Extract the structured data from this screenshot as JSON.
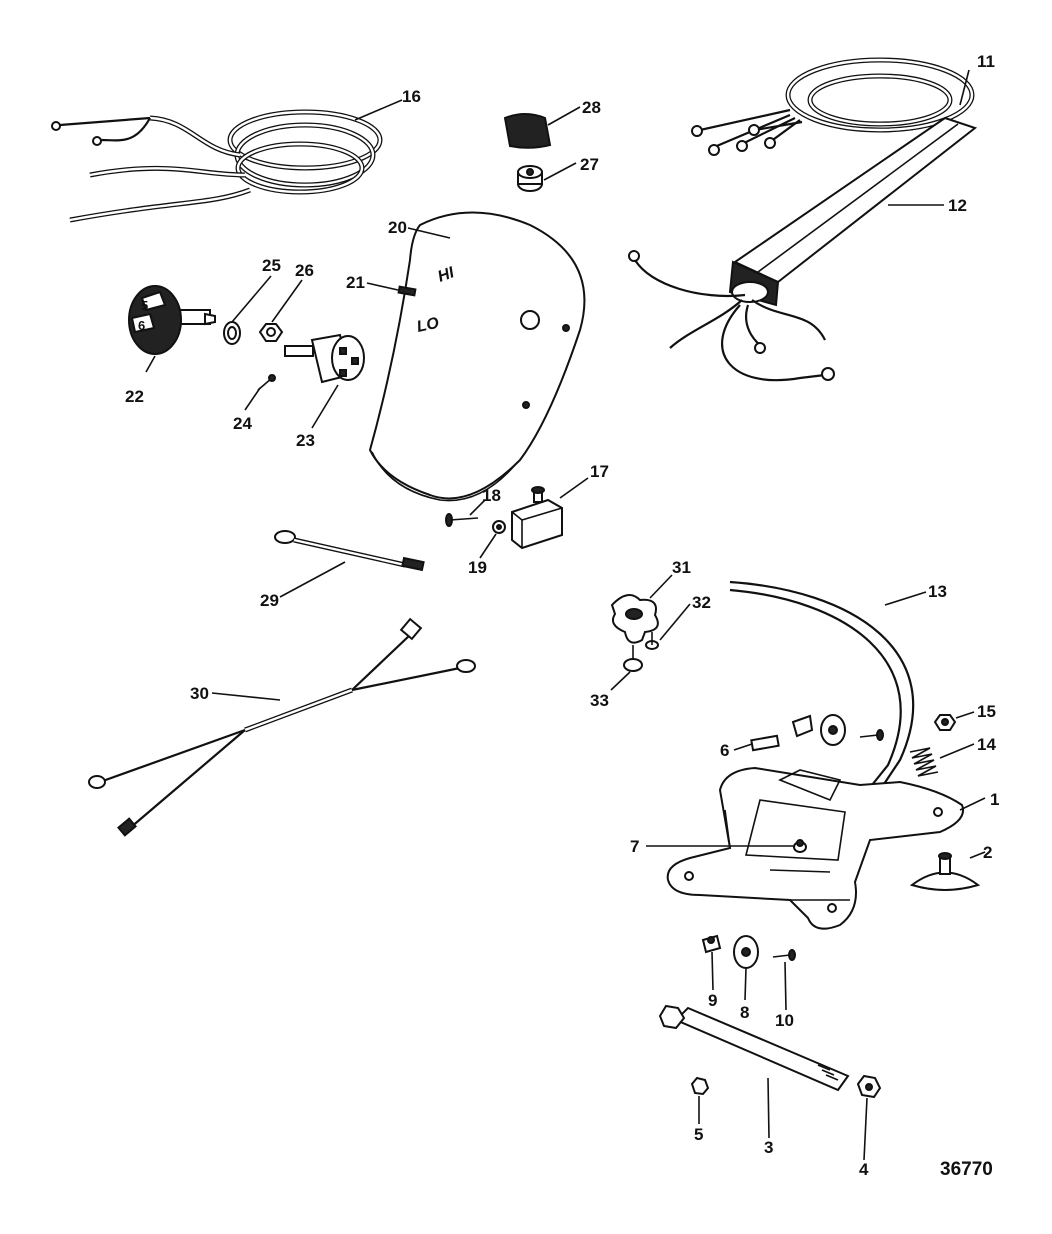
{
  "figure_number": "36770",
  "cover_markings": {
    "hi": "HI",
    "lo": "LO"
  },
  "knob_markings": {
    "five": "5",
    "six": "6"
  },
  "callouts": [
    "1",
    "2",
    "3",
    "4",
    "5",
    "6",
    "7",
    "8",
    "9",
    "10",
    "11",
    "12",
    "13",
    "14",
    "15",
    "16",
    "17",
    "18",
    "19",
    "20",
    "21",
    "22",
    "23",
    "24",
    "25",
    "26",
    "27",
    "28",
    "29",
    "30",
    "31",
    "32",
    "33"
  ]
}
